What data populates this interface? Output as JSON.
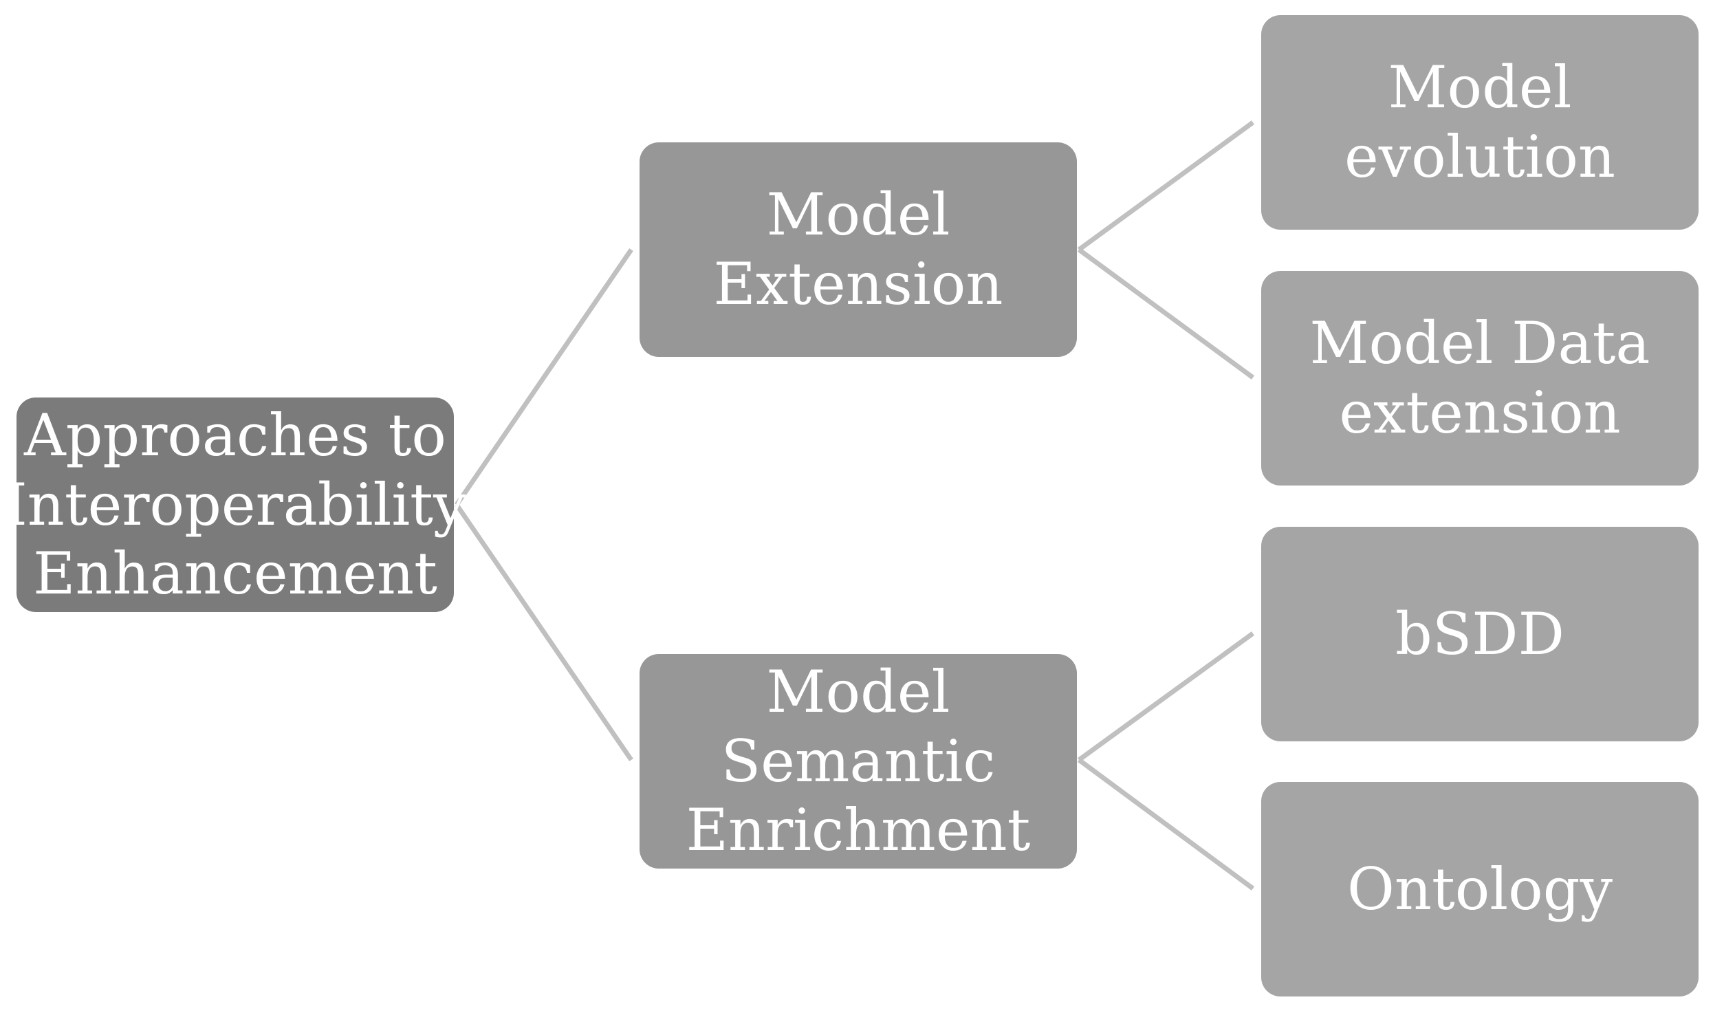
{
  "diagram": {
    "root": {
      "label": "Approaches to Interoperability Enhancement"
    },
    "branches": [
      {
        "label": "Model Extension",
        "children": [
          {
            "label": "Model evolution"
          },
          {
            "label": "Model Data extension"
          }
        ]
      },
      {
        "label": "Model Semantic Enrichment",
        "children": [
          {
            "label": "bSDD"
          },
          {
            "label": "Ontology"
          }
        ]
      }
    ],
    "colors": {
      "root_fill": "#7b7b7b",
      "level1_fill": "#979797",
      "level2_fill": "#a5a5a5",
      "connector": "#c0c0c0",
      "text": "#ffffff"
    }
  }
}
